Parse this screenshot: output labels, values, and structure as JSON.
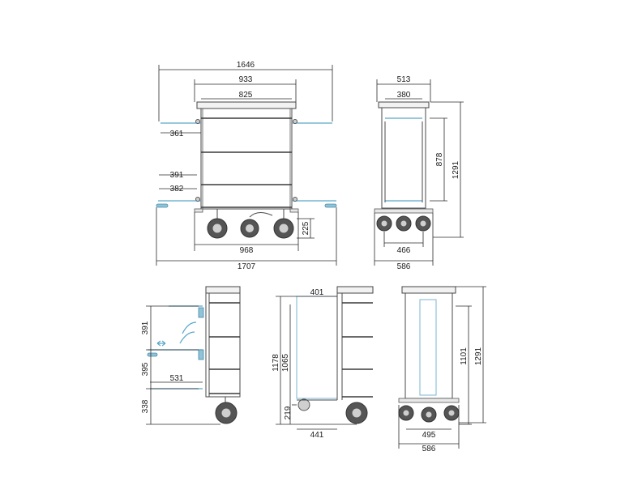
{
  "dimensions": {
    "front": {
      "overall_extended": "1646",
      "top_width": "933",
      "inner_width": "825",
      "tray_extension": "361",
      "shelf_pitch_a": "391",
      "shelf_pitch_b": "382",
      "castor_height": "225",
      "base_width": "968",
      "overall_base_extended": "1707"
    },
    "side": {
      "top_depth": "513",
      "inner_depth": "380",
      "compartment_height": "878",
      "overall_height": "1291",
      "castor_spacing": "466",
      "overall_depth": "586"
    },
    "detail": {
      "pitch_upper": "391",
      "pitch_lower": "395",
      "slide_out": "531",
      "bottom_to_floor": "338"
    },
    "section": {
      "width": "401",
      "height_outer": "1178",
      "height_inner": "1065",
      "pedal_height": "219",
      "base_depth": "441"
    },
    "end": {
      "height_a": "1101",
      "height_b": "1291",
      "castor_spacing": "495",
      "overall_width": "586"
    }
  },
  "colors": {
    "line": "#4a4a4a",
    "accent": "#5aa7c8",
    "tire": "#555555"
  }
}
